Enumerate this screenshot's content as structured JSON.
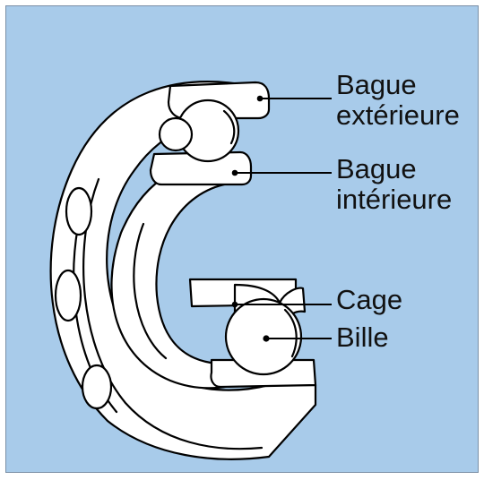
{
  "colors": {
    "background": "#a8cbea",
    "panel_border": "#7a8fa6",
    "part_fill": "#ffffff",
    "outline": "#000000"
  },
  "labels": {
    "outer_ring": [
      "Bague",
      "extérieure"
    ],
    "inner_ring": [
      "Bague",
      "intérieure"
    ],
    "cage": "Cage",
    "ball": "Bille"
  }
}
